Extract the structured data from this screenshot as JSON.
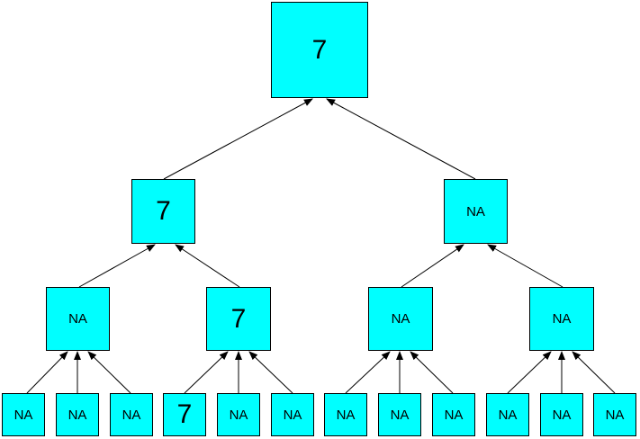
{
  "diagram": {
    "fill_color": "#00ffff",
    "stroke_color": "#000000",
    "root": {
      "label": "7"
    },
    "level1": [
      {
        "label": "7"
      },
      {
        "label": "NA"
      }
    ],
    "level2": [
      {
        "label": "NA"
      },
      {
        "label": "7"
      },
      {
        "label": "NA"
      },
      {
        "label": "NA"
      }
    ],
    "leaves": [
      {
        "label": "NA"
      },
      {
        "label": "NA"
      },
      {
        "label": "NA"
      },
      {
        "label": "7"
      },
      {
        "label": "NA"
      },
      {
        "label": "NA"
      },
      {
        "label": "NA"
      },
      {
        "label": "NA"
      },
      {
        "label": "NA"
      },
      {
        "label": "NA"
      },
      {
        "label": "NA"
      },
      {
        "label": "NA"
      }
    ]
  }
}
